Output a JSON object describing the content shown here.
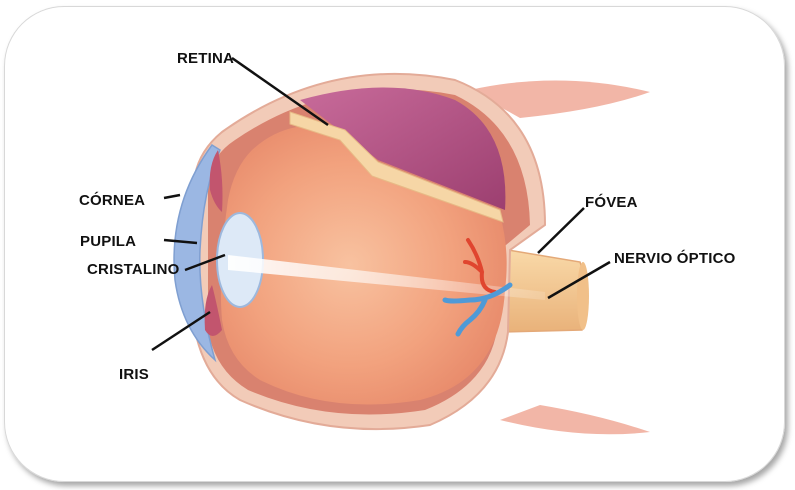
{
  "labels": {
    "retina": "RETINA",
    "cornea": "CÓRNEA",
    "pupila": "PUPILA",
    "cristalino": "CRISTALINO",
    "iris": "IRIS",
    "fovea": "FÓVEA",
    "nervio_optico": "NERVIO ÓPTICO"
  },
  "colors": {
    "sclera": "#f2cbb8",
    "choroid": "#d9826f",
    "retina_layer": "#b24f7e",
    "vitreous": "#f2a27e",
    "cornea": "#9bb7e3",
    "lens": "#dde9f7",
    "optic_nerve": "#f4c892",
    "artery": "#e0452f",
    "vein": "#4f9ad7",
    "leader_line": "#111111"
  }
}
